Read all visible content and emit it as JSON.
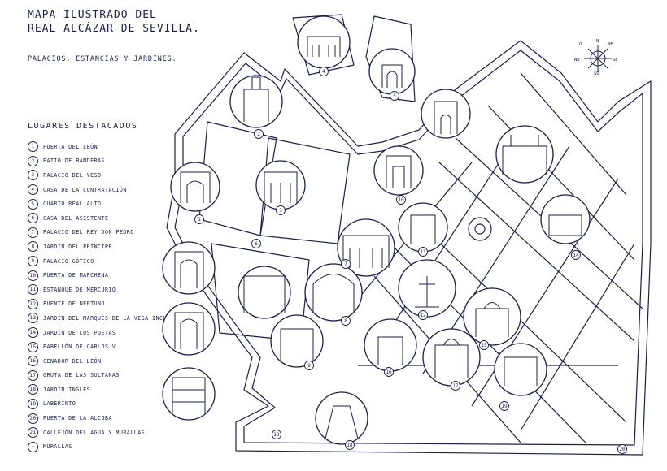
{
  "title": {
    "line1": "MAPA ILUSTRADO DEL",
    "line2": "REAL ALCÁZAR DE SEVILLA.",
    "subtitle": "PALACIOS, ESTANCIAS Y JARDINES."
  },
  "legend": {
    "heading": "LUGARES DESTACADOS",
    "items": [
      {
        "marker": "1",
        "label": "PUERTA DEL LEÓN"
      },
      {
        "marker": "2",
        "label": "PATIO DE BANDERAS"
      },
      {
        "marker": "3",
        "label": "PALACIO DEL YESO"
      },
      {
        "marker": "4",
        "label": "CASA DE LA CONTRATACIÓN"
      },
      {
        "marker": "5",
        "label": "CUARTO REAL ALTO"
      },
      {
        "marker": "6",
        "label": "CASA DEL ASISTENTE"
      },
      {
        "marker": "7",
        "label": "PALACIO DEL REY DON PEDRO"
      },
      {
        "marker": "8",
        "label": "JARDÍN DEL PRÍNCIPE"
      },
      {
        "marker": "9",
        "label": "PALACIO GÓTICO"
      },
      {
        "marker": "10",
        "label": "PUERTA DE MARCHENA"
      },
      {
        "marker": "11",
        "label": "ESTANQUE DE MERCURIO"
      },
      {
        "marker": "12",
        "label": "FUENTE DE NEPTUNO"
      },
      {
        "marker": "13",
        "label": "JARDÍN DEL MARQUÉS DE LA VEGA INCLÁN"
      },
      {
        "marker": "14",
        "label": "JARDÍN DE LOS POETAS"
      },
      {
        "marker": "15",
        "label": "PABELLÓN DE CARLOS V"
      },
      {
        "marker": "16",
        "label": "CENADOR DEL LEÓN"
      },
      {
        "marker": "17",
        "label": "GRUTA DE LAS SULTANAS"
      },
      {
        "marker": "18",
        "label": "JARDÍN INGLÉS"
      },
      {
        "marker": "19",
        "label": "LABERINTO"
      },
      {
        "marker": "20",
        "label": "PUERTA DE LA ALCOBA"
      },
      {
        "marker": "21",
        "label": "CALLEJÓN DEL AGUA Y MURALLAS"
      },
      {
        "marker": "∗",
        "label": "MURALLAS"
      }
    ]
  },
  "compass": {
    "n": "N",
    "ne": "NE",
    "se": "SE",
    "so": "SO",
    "no": "NO",
    "o": "O"
  },
  "map_markers": [
    "1",
    "2",
    "3",
    "4",
    "5",
    "6",
    "7",
    "8",
    "9",
    "10",
    "11",
    "12",
    "13",
    "14",
    "15",
    "16",
    "17",
    "18",
    "19",
    "20"
  ],
  "colors": {
    "ink": "#1a1f4d",
    "paper": "#ffffff"
  }
}
